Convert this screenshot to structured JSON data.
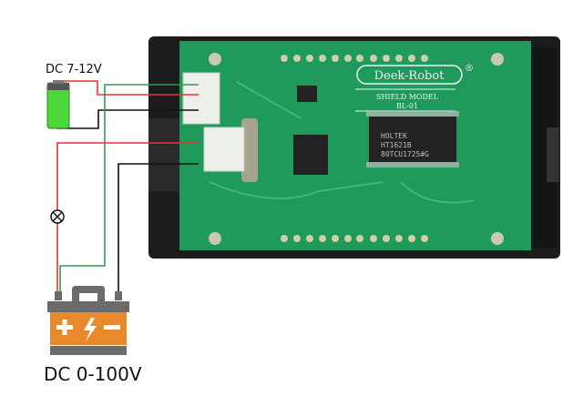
{
  "labels": {
    "supply_voltage": "DC 7-12V",
    "measured_voltage": "DC 0-100V"
  },
  "board": {
    "brand": "Deek-Robot",
    "registered": "®",
    "model_line1": "SHIELD MODEL",
    "model_line2": "BL-01",
    "chip_maker": "HOLTEK",
    "chip_part": "HT1621B",
    "chip_code": "80TCU1725#G"
  },
  "colors": {
    "wire_red": "#e8332a",
    "wire_green": "#2e9a5a",
    "wire_black": "#111111",
    "pcb": "#1f9a5a",
    "case": "#1c1c1c",
    "battery_orange": "#e8892b",
    "battery_gray": "#6b6b6b",
    "cell_green": "#4cd63a"
  },
  "icons": [
    "battery-cell-icon",
    "lamp-icon",
    "car-battery-icon"
  ]
}
